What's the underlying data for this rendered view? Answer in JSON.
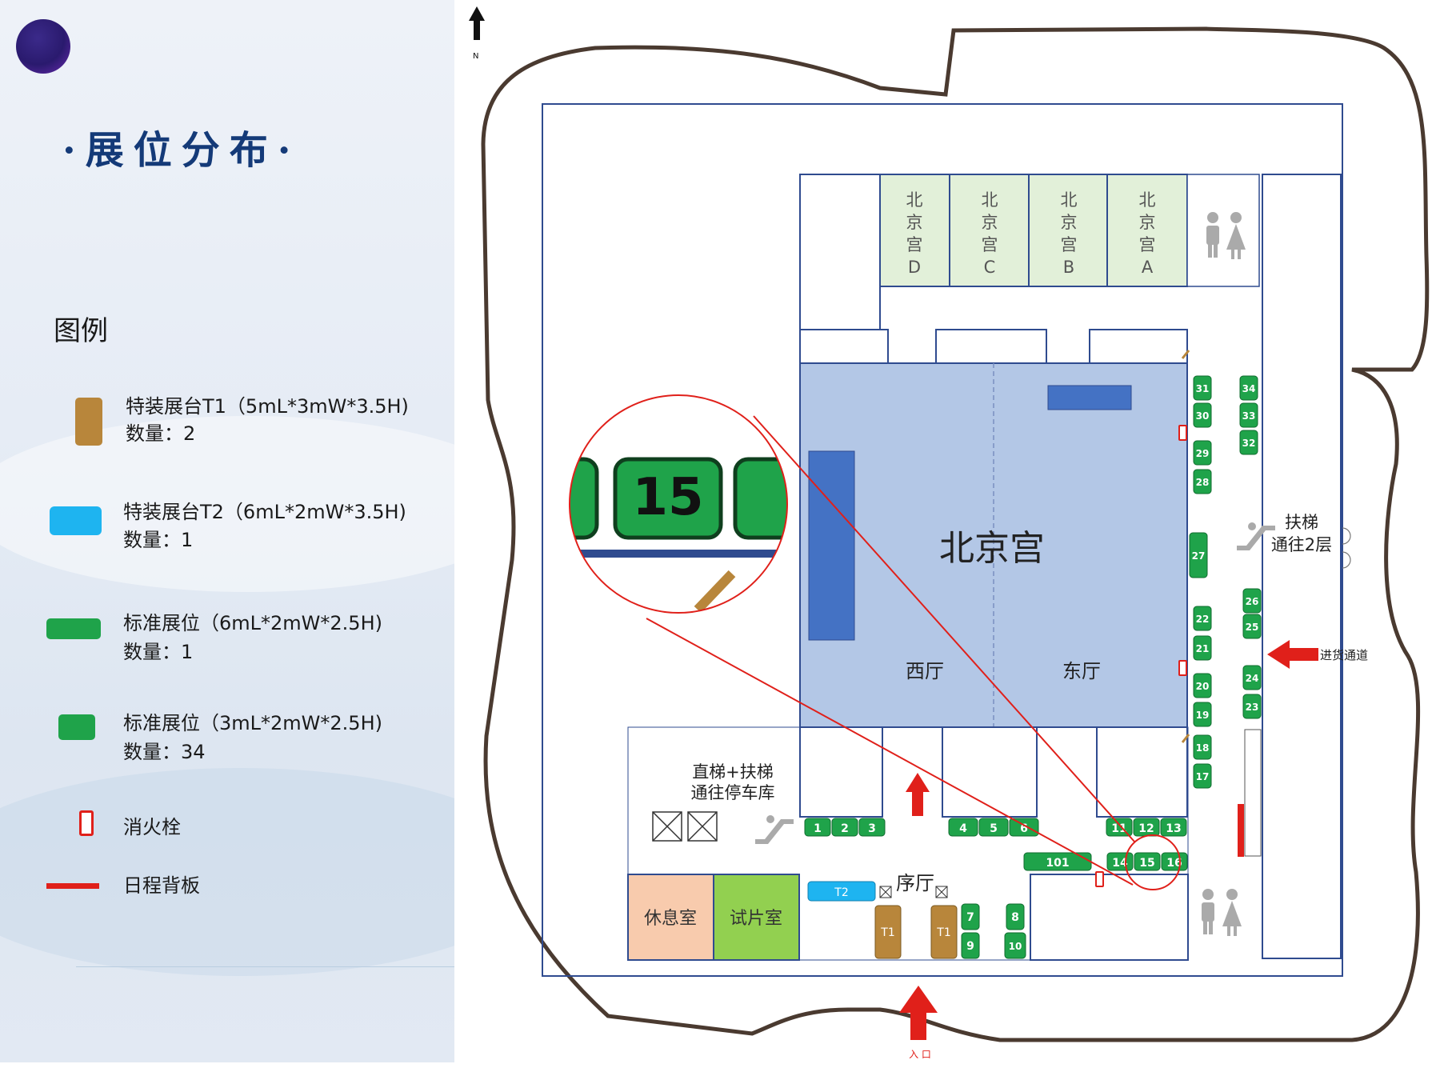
{
  "page": {
    "title": "·展位分布·"
  },
  "legend": {
    "heading": "图例",
    "items": [
      {
        "label": "特装展台T1（5mL*3mW*3.5H)",
        "count": "数量：2",
        "color": "#b8863b"
      },
      {
        "label": "特装展台T2（6mL*2mW*3.5H)",
        "count": "数量：1",
        "color": "#1eb4f0"
      },
      {
        "label": "标准展位（6mL*2mW*2.5H)",
        "count": "数量：1",
        "color": "#1fa34a"
      },
      {
        "label": "标准展位（3mL*2mW*2.5H)",
        "count": "数量：34",
        "color": "#1fa34a"
      },
      {
        "label": "消火栓",
        "color": "#e0201a"
      },
      {
        "label": "日程背板",
        "color": "#e0201a"
      }
    ]
  },
  "floorplan": {
    "north": "N",
    "main_hall": "北京宫",
    "west_hall": "西厅",
    "east_hall": "东厅",
    "lobby": "序厅",
    "rooms": {
      "lounge": "休息室",
      "screening": "试片室",
      "beijing_d": [
        "北",
        "京",
        "宫",
        "D"
      ],
      "beijing_c": [
        "北",
        "京",
        "宫",
        "C"
      ],
      "beijing_b": [
        "北",
        "京",
        "宫",
        "B"
      ],
      "beijing_a": [
        "北",
        "京",
        "宫",
        "A"
      ]
    },
    "escalator_label": [
      "扶梯",
      "通往2层"
    ],
    "garage_label": [
      "直梯+扶梯",
      "通往停车库"
    ],
    "loading_label": "进货通道",
    "entrance_label": "入 口",
    "zoom_label": "15",
    "booths": {
      "b1": "1",
      "b2": "2",
      "b3": "3",
      "b4": "4",
      "b5": "5",
      "b6": "6",
      "b7": "7",
      "b8": "8",
      "b9": "9",
      "b10": "10",
      "b11": "11",
      "b12": "12",
      "b13": "13",
      "b14": "14",
      "b15": "15",
      "b16": "16",
      "b17": "17",
      "b18": "18",
      "b19": "19",
      "b20": "20",
      "b21": "21",
      "b22": "22",
      "b23": "23",
      "b24": "24",
      "b25": "25",
      "b26": "26",
      "b27": "27",
      "b28": "28",
      "b29": "29",
      "b30": "30",
      "b31": "31",
      "b32": "32",
      "b33": "33",
      "b34": "34",
      "b101": "101",
      "t1a": "T1",
      "t1b": "T1",
      "t2": "T2"
    }
  },
  "colors": {
    "booth_green": "#1fa34a",
    "booth_brown": "#b8863b",
    "booth_blue": "#1eb4f0",
    "hall_fill": "#b3c7e6",
    "stage_blue": "#4472c4",
    "room_green": "#e2f0d9",
    "lounge_peach": "#f8cbad",
    "screening_green": "#92d050",
    "arrow_red": "#e0201a",
    "outline": "#2f4b8f"
  }
}
